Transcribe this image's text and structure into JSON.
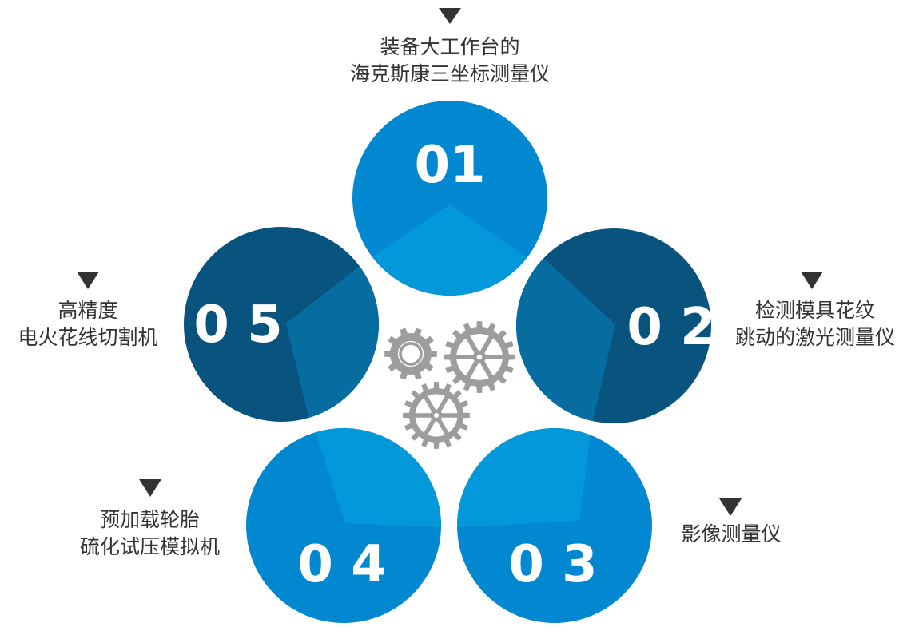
{
  "colors": {
    "dark": "#08547f",
    "medium": "#0288d1",
    "light": "#0398da",
    "inner_dark": "#076da1",
    "text": "#333333",
    "gear": "#9d9d9d",
    "arrow": "#333333"
  },
  "icons": {
    "gears": "gears-icon",
    "pointer": "triangle-down-icon"
  },
  "nodes": [
    {
      "id": "01",
      "number": "01",
      "label_lines": [
        "装备大工作台的",
        "海克斯康三坐标测量仪"
      ]
    },
    {
      "id": "02",
      "number": "0 2",
      "label_lines": [
        "检测模具花纹",
        "跳动的激光测量仪"
      ]
    },
    {
      "id": "03",
      "number": "0 3",
      "label_lines": [
        "影像测量仪"
      ]
    },
    {
      "id": "04",
      "number": "0 4",
      "label_lines": [
        "预加载轮胎",
        "硫化试压模拟机"
      ]
    },
    {
      "id": "05",
      "number": "0 5",
      "label_lines": [
        "高精度",
        "电火花线切割机"
      ]
    }
  ]
}
